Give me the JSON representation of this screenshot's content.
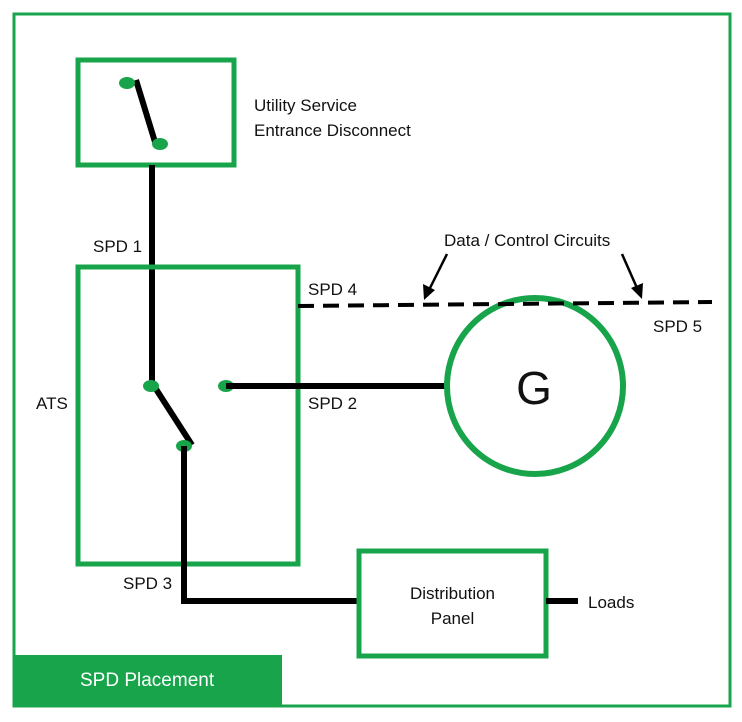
{
  "colors": {
    "accent": "#17a44a",
    "wire": "#000000",
    "background": "#ffffff"
  },
  "labels": {
    "utility_line1": "Utility Service",
    "utility_line2": "Entrance Disconnect",
    "spd1": "SPD 1",
    "spd2": "SPD 2",
    "spd3": "SPD 3",
    "spd4": "SPD 4",
    "spd5": "SPD 5",
    "data_control": "Data / Control Circuits",
    "ats": "ATS",
    "generator": "G",
    "panel_line1": "Distribution",
    "panel_line2": "Panel",
    "loads": "Loads"
  },
  "caption": "SPD Placement"
}
